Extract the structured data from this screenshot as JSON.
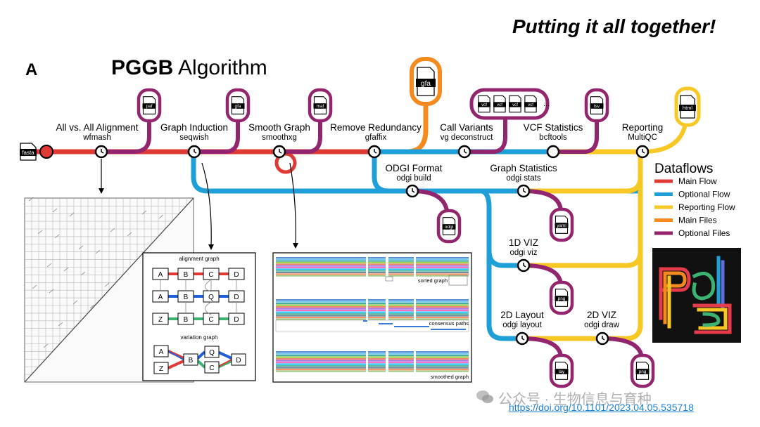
{
  "header": {
    "slide_title": "Putting it all together!",
    "panel_letter": "A",
    "algo_bold": "PGGB",
    "algo_rest": " Algorithm"
  },
  "main_flow": {
    "start_file": "fasta",
    "steps": [
      {
        "name": "All vs. All Alignment",
        "tool": "wfmash",
        "file": "paf"
      },
      {
        "name": "Graph Induction",
        "tool": "seqwish",
        "file": "gfa"
      },
      {
        "name": "Smooth Graph",
        "tool": "smoothxg",
        "file": "maf"
      },
      {
        "name": "Remove Redundancy",
        "tool": "gfaffix",
        "file": "gfa"
      },
      {
        "name": "Call Variants",
        "tool": "vg deconstruct",
        "files": [
          "vcf",
          "vcf",
          "vcf",
          "vcf",
          "..."
        ]
      },
      {
        "name": "VCF Statistics",
        "tool": "bcftools",
        "file": "tsv"
      },
      {
        "name": "Reporting",
        "tool": "MultiQC",
        "file": "html"
      }
    ]
  },
  "optional_flow": [
    {
      "name": "ODGI Format",
      "tool": "odgi build",
      "file": "odgi"
    },
    {
      "name": "Graph Statistics",
      "tool": "odgi stats",
      "file": "yaml"
    },
    {
      "name": "1D VIZ",
      "tool": "odgi viz",
      "file": "png"
    },
    {
      "name": "2D Layout",
      "tool": "odgi layout",
      "file": "lay"
    },
    {
      "name": "2D VIZ",
      "tool": "odgi draw",
      "file": "png"
    }
  ],
  "legend": {
    "title": "Dataflows",
    "items": [
      {
        "label": "Main Flow",
        "color": "#e03a35"
      },
      {
        "label": "Optional Flow",
        "color": "#1f9fd8"
      },
      {
        "label": "Reporting Flow",
        "color": "#f7c823"
      },
      {
        "label": "Main Files",
        "color": "#f58a1f"
      },
      {
        "label": "Optional Files",
        "color": "#93256e"
      }
    ]
  },
  "insets": {
    "alignment_graph_title": "alignment graph",
    "alignment_rows": [
      [
        "A",
        "B",
        "C",
        "D"
      ],
      [
        "A",
        "B",
        "Q",
        "D"
      ],
      [
        "Z",
        "B",
        "C",
        "D"
      ]
    ],
    "variation_graph_title": "variation graph",
    "variation_nodes": [
      "A",
      "Z",
      "B",
      "Q",
      "C",
      "D"
    ],
    "viz_labels": [
      "sorted graph",
      "consensus paths",
      "smoothed graph"
    ]
  },
  "footer": {
    "doi": "https://doi.org/10.1101/2023.04.05.535718",
    "watermark": "公众号 · 生物信息与育种"
  },
  "colors": {
    "main": "#e03a35",
    "optional": "#1f9fd8",
    "reporting": "#f7c823",
    "main_files": "#f58a1f",
    "optional_files": "#93256e"
  }
}
